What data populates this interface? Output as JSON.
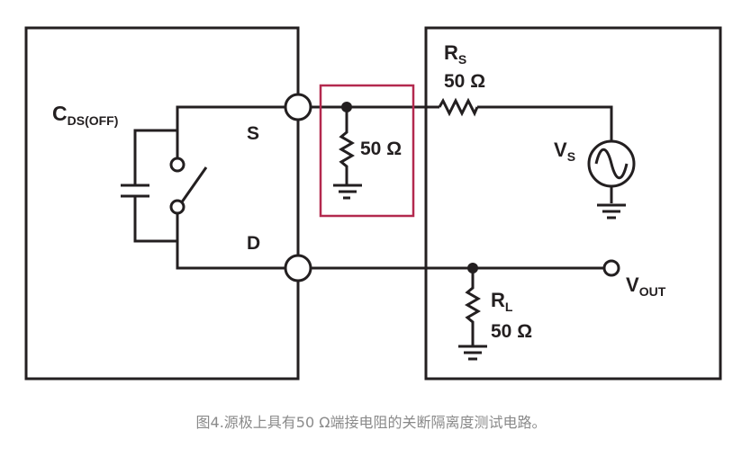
{
  "labels": {
    "cds_main": "C",
    "cds_sub": "DS(OFF)",
    "source_pin": "S",
    "drain_pin": "D",
    "termination": "50 Ω",
    "rs_main": "R",
    "rs_sub": "S",
    "rs_value": "50 Ω",
    "vs_main": "V",
    "vs_sub": "S",
    "rl_main": "R",
    "rl_sub": "L",
    "rl_value": "50 Ω",
    "vout_main": "V",
    "vout_sub": "OUT"
  },
  "caption": "图4.源极上具有50 Ω端接电阻的关断隔离度测试电路。",
  "colors": {
    "line": "#231f20",
    "highlight": "#b3294e",
    "caption": "#8a8a8a"
  }
}
